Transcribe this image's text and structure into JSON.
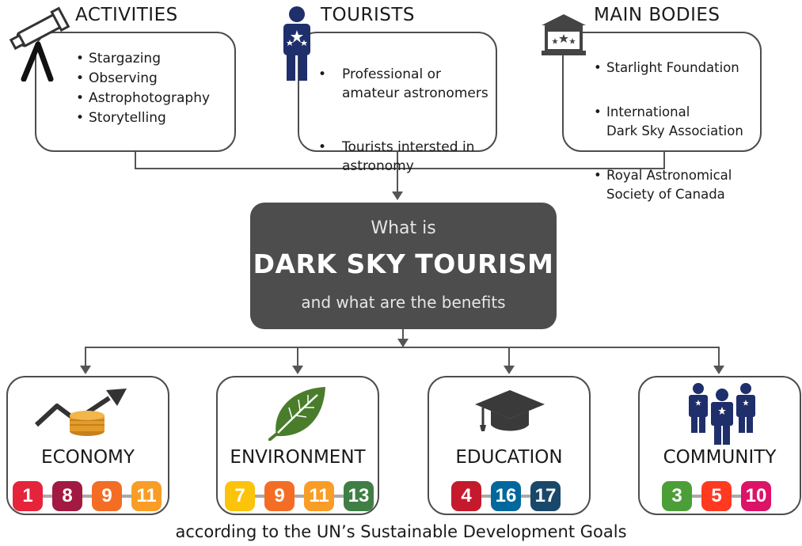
{
  "activities": {
    "title": "ACTIVITIES",
    "items": [
      "Stargazing",
      "Observing",
      "Astrophotography",
      "Storytelling"
    ]
  },
  "tourists": {
    "title": "TOURISTS",
    "items": [
      "Professional or\namateur astronomers",
      "Tourists intersted in\nastronomy"
    ]
  },
  "bodies": {
    "title": "MAIN BODIES",
    "items": [
      "Starlight Foundation",
      "International\nDark Sky Association",
      "Royal Astronomical\nSociety of Canada"
    ]
  },
  "center": {
    "line1": "What is",
    "line2": "DARK SKY TOURISM",
    "line3": "and what are the benefits"
  },
  "benefits": [
    {
      "title": "ECONOMY",
      "icon": "coins-growth-icon",
      "goals": [
        {
          "n": "1",
          "color": "#e5243b"
        },
        {
          "n": "8",
          "color": "#a21942"
        },
        {
          "n": "9",
          "color": "#f36d25"
        },
        {
          "n": "11",
          "color": "#f99d26"
        }
      ]
    },
    {
      "title": "ENVIRONMENT",
      "icon": "leaf-icon",
      "goals": [
        {
          "n": "7",
          "color": "#fcc30b"
        },
        {
          "n": "9",
          "color": "#f36d25"
        },
        {
          "n": "11",
          "color": "#f99d26"
        },
        {
          "n": "13",
          "color": "#3f7e44"
        }
      ]
    },
    {
      "title": "EDUCATION",
      "icon": "graduation-cap-icon",
      "goals": [
        {
          "n": "4",
          "color": "#c5192d"
        },
        {
          "n": "16",
          "color": "#00689d"
        },
        {
          "n": "17",
          "color": "#19486a"
        }
      ]
    },
    {
      "title": "COMMUNITY",
      "icon": "people-group-icon",
      "goals": [
        {
          "n": "3",
          "color": "#4c9f38"
        },
        {
          "n": "5",
          "color": "#ff3a21"
        },
        {
          "n": "10",
          "color": "#dd1367"
        }
      ]
    }
  ],
  "footer": "according to the UN’s Sustainable Development Goals",
  "colors": {
    "center_bg": "#4d4d4d",
    "person_icon": "#1f2f6b",
    "leaf": "#4a7d2b",
    "coins": "#e39b2a"
  }
}
